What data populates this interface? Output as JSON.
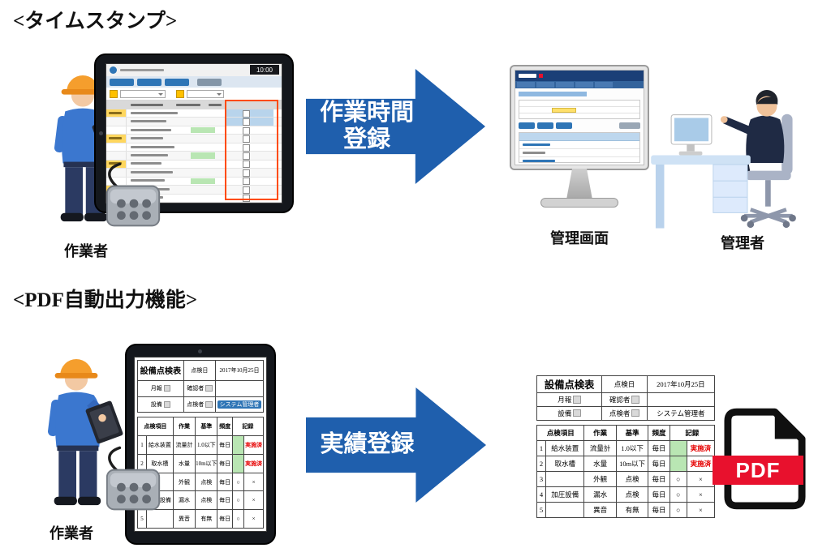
{
  "colors": {
    "arrow_blue": "#1f5fad",
    "pdf_red": "#e8112d",
    "highlight_green": "#b9e6b3",
    "status_red": "#e60000",
    "helmet_orange": "#f59e2d"
  },
  "top_section": {
    "title": "<タイムスタンプ>",
    "arrow_lines": [
      "作業時間",
      "登録"
    ],
    "worker_label": "作業者",
    "screen_label": "管理画面",
    "manager_label": "管理者",
    "tablet": {
      "clock": "10:00"
    }
  },
  "bottom_section": {
    "title": "<PDF自動出力機能>",
    "arrow_label": "実績登録",
    "worker_label": "作業者",
    "pdf_label": "PDF"
  },
  "inspection_table": {
    "title": "設備点検表",
    "date_label": "点検日",
    "date_value": "2017年10月25日",
    "monthly_label": "月報",
    "checker_label": "確認者",
    "equipment_label": "設備",
    "inspector_label": "点検者",
    "admin_label": "システム管理者",
    "columns": [
      "点検項目",
      "作業",
      "基準",
      "頻度",
      "記録"
    ],
    "rows": [
      {
        "no": "1",
        "item": "給水装置",
        "work": "流量計",
        "std": "1.0以下",
        "freq": "毎日",
        "rec": "",
        "mark": "実施済",
        "green": true
      },
      {
        "no": "2",
        "item": "取水槽",
        "work": "水量",
        "std": "10m以下",
        "freq": "毎日",
        "rec": "",
        "mark": "実施済",
        "green": true
      },
      {
        "no": "3",
        "item": "",
        "work": "外観",
        "std": "点検",
        "freq": "毎日",
        "rec": "○",
        "mark": "×",
        "green": false
      },
      {
        "no": "4",
        "item": "加圧設備",
        "work": "漏水",
        "std": "点検",
        "freq": "毎日",
        "rec": "○",
        "mark": "×",
        "green": false
      },
      {
        "no": "5",
        "item": "",
        "work": "異音",
        "std": "有無",
        "freq": "毎日",
        "rec": "○",
        "mark": "×",
        "green": false
      }
    ]
  }
}
